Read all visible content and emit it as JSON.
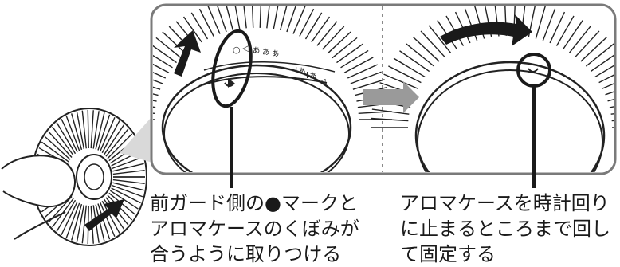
{
  "captions": {
    "left": [
      "前ガード側の●マークと",
      "アロマケースのくぼみが",
      "合うように取りつける"
    ],
    "right": [
      "アロマケースを時計回り",
      "に止まるところまで回し",
      "て固定する"
    ]
  },
  "dial_labels": [
    "○",
    "◁",
    "ぁ",
    "ぁ",
    "ぁ",
    "Ιぁ",
    "Ιぁ",
    "◁"
  ],
  "colors": {
    "panel_border": "#7a7a7a",
    "panel_fill": "#ffffff",
    "arrow_dark": "#1a1a1a",
    "arrow_gray": "#9a9a9a",
    "line": "#1a1a1a"
  }
}
